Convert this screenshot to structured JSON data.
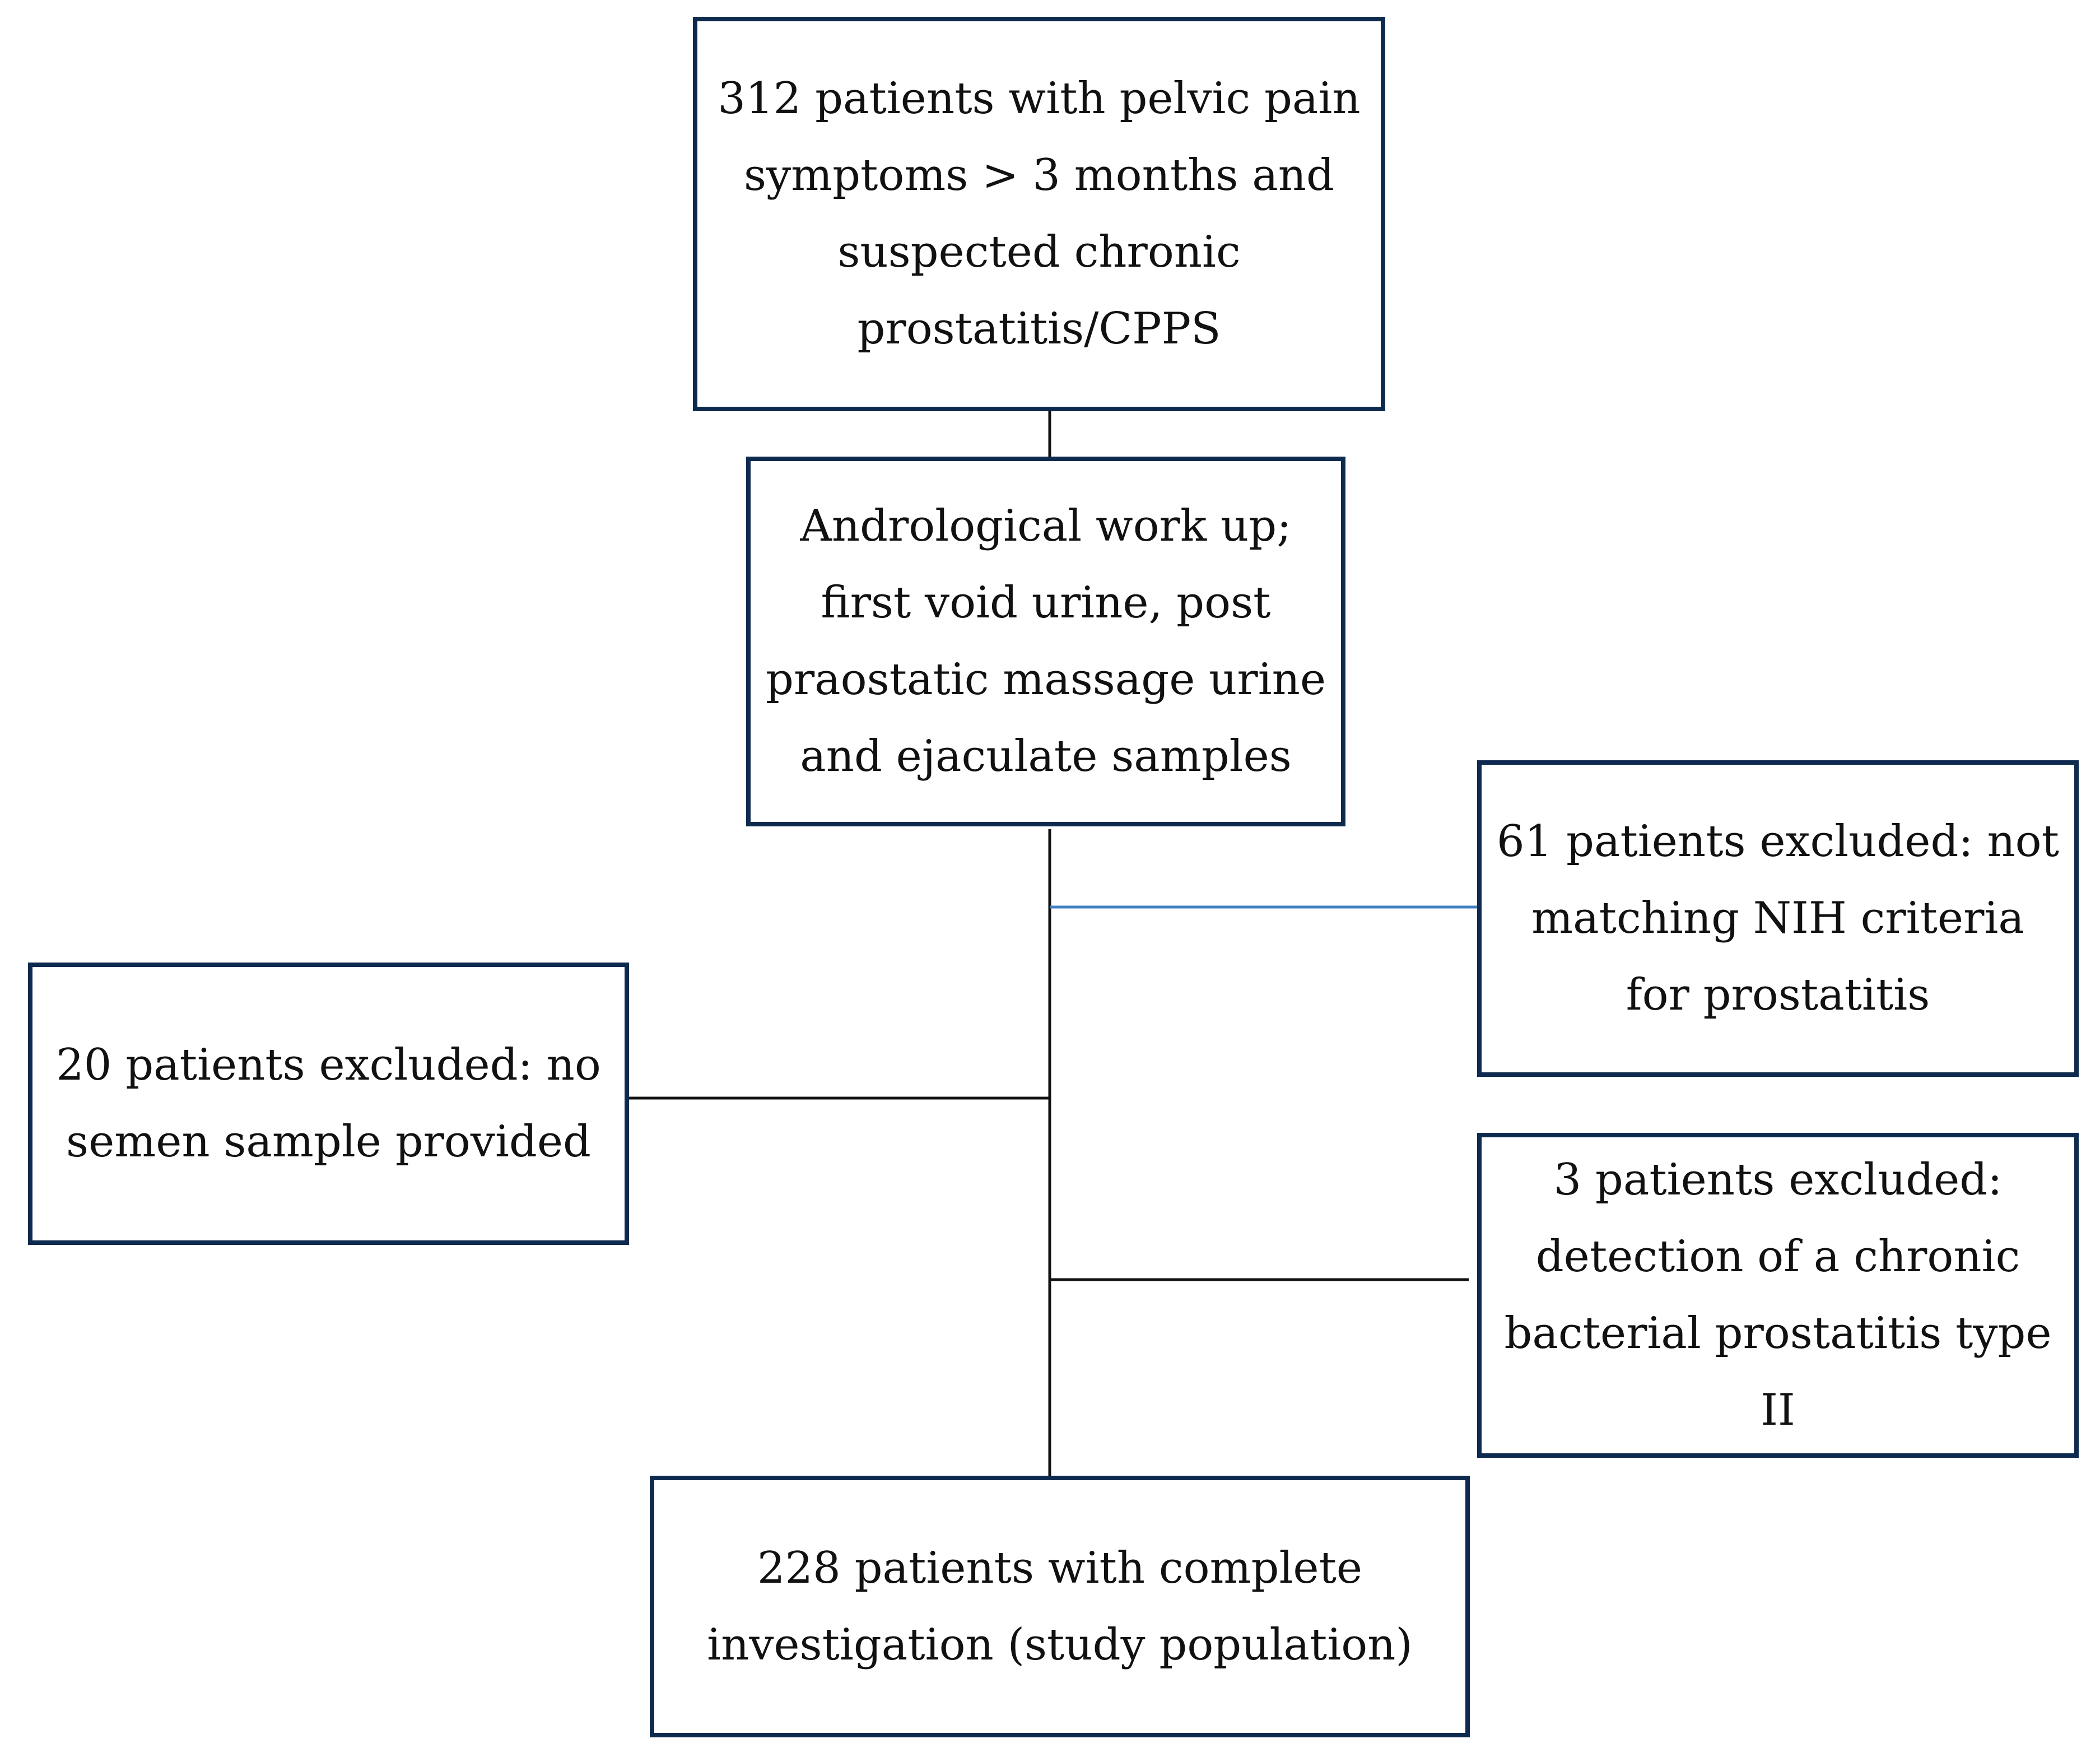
{
  "flowchart": {
    "screened": {
      "lines": [
        "312 patients with pelvic pain",
        "symptoms > 3 months and",
        "suspected chronic",
        "prostatitis/CPPS"
      ]
    },
    "workup": {
      "lines": [
        "Andrological work up;",
        "first void urine, post",
        "praostatic massage urine",
        "and ejaculate samples"
      ]
    },
    "excluded_nih": {
      "lines": [
        "61 patients excluded: not",
        "matching NIH criteria",
        "for prostatitis"
      ]
    },
    "excluded_semen": {
      "lines": [
        "20 patients excluded: no",
        "semen sample provided"
      ]
    },
    "excluded_bacterial": {
      "lines": [
        "3 patients excluded:",
        "detection of a chronic",
        "bacterial prostatitis type",
        "II"
      ]
    },
    "final": {
      "lines": [
        "228 patients with complete",
        "investigation (study population)"
      ]
    }
  },
  "colors": {
    "box_border": "#0f2a4f",
    "connector": "#111111",
    "connector_accent": "#3f7fbf"
  }
}
